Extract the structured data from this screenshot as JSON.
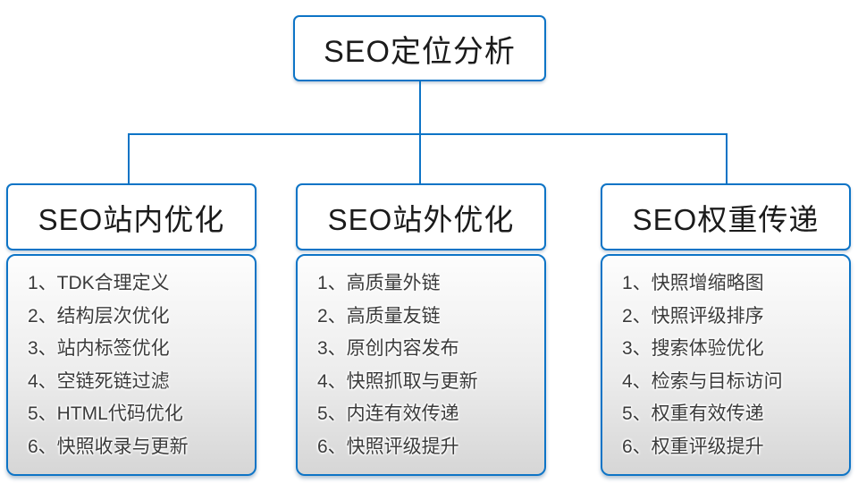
{
  "colors": {
    "accent": "#0d74c6",
    "panel_top": "#fdfdfd",
    "panel_bottom": "#d6d6d6",
    "text": "#1b1b1b",
    "list_text": "#3b3b3b"
  },
  "diagram": {
    "root": {
      "title": "SEO定位分析"
    },
    "branches": [
      {
        "title": "SEO站内优化",
        "items": [
          "1、TDK合理定义",
          "2、结构层次优化",
          "3、站内标签优化",
          "4、空链死链过滤",
          "5、HTML代码优化",
          "6、快照收录与更新"
        ]
      },
      {
        "title": "SEO站外优化",
        "items": [
          "1、高质量外链",
          "2、高质量友链",
          "3、原创内容发布",
          "4、快照抓取与更新",
          "5、内连有效传递",
          "6、快照评级提升"
        ]
      },
      {
        "title": "SEO权重传递",
        "items": [
          "1、快照增缩略图",
          "2、快照评级排序",
          "3、搜索体验优化",
          "4、检索与目标访问",
          "5、权重有效传递",
          "6、权重评级提升"
        ]
      }
    ]
  }
}
